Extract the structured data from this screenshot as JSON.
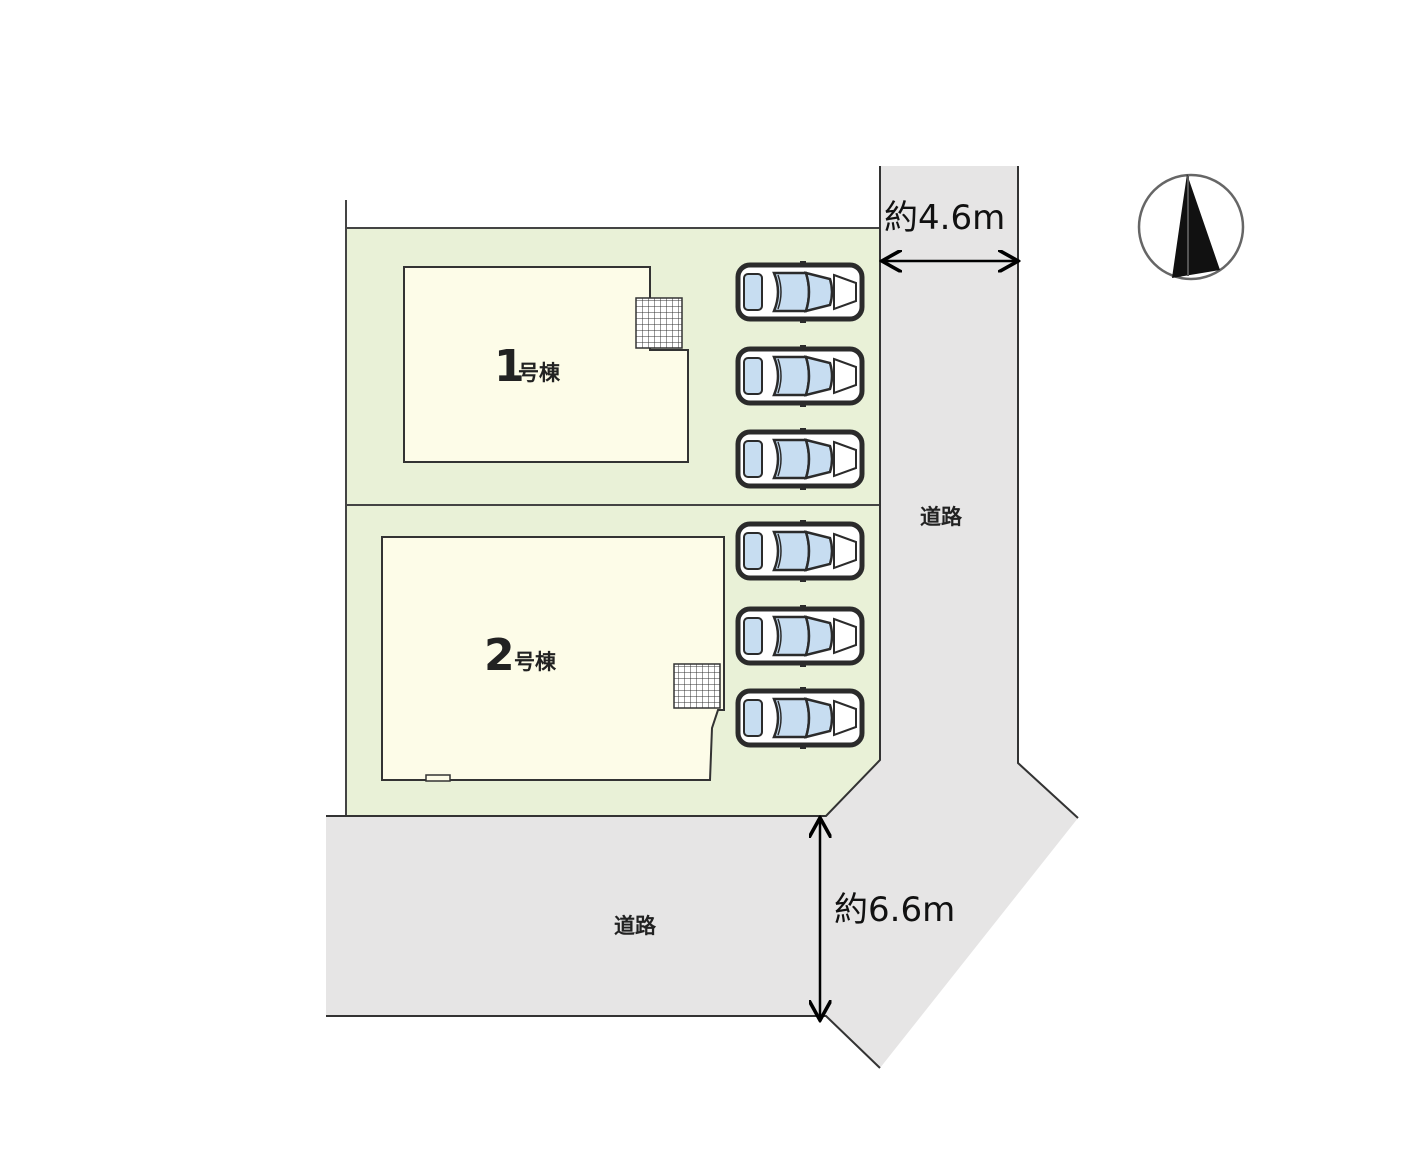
{
  "buildings": [
    {
      "number": "1",
      "suffix": "号棟"
    },
    {
      "number": "2",
      "suffix": "号棟"
    }
  ],
  "roads": [
    {
      "label": "道路"
    },
    {
      "label": "道路"
    }
  ],
  "dimensions": [
    {
      "label": "約4.6m"
    },
    {
      "label": "約6.6m"
    }
  ],
  "parking": {
    "spaces_per_lot": 3,
    "total_spaces": 6
  },
  "compass": {
    "icon": "north-arrow-icon"
  },
  "colors": {
    "lot": "#e9f1d7",
    "building": "#fdfce8",
    "road": "#e6e5e5",
    "car_glass": "#c7ddf1",
    "outline": "#333333"
  }
}
